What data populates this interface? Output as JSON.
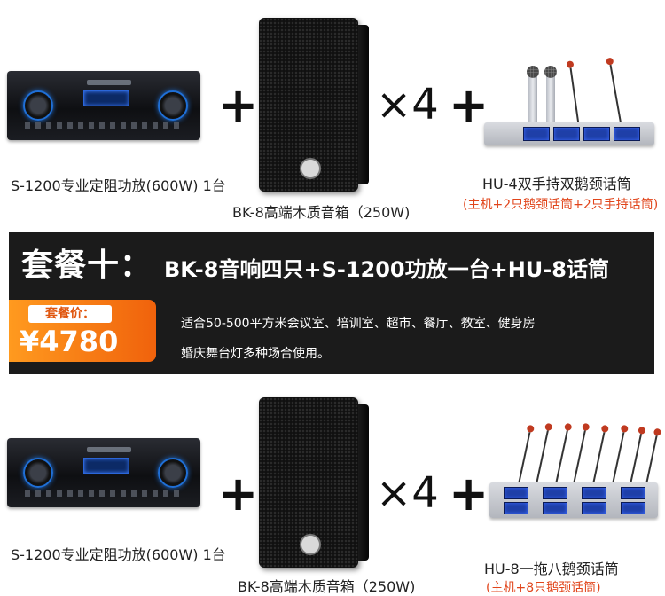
{
  "top": {
    "amp_caption": "S-1200专业定阻功放(600W) 1台",
    "speaker_caption": "BK-8高端木质音箱（250W)",
    "times": "×4",
    "mic_caption": "HU-4双手持双鹅颈话筒",
    "mic_note": "(主机+2只鹅颈话筒+2只手持话筒)"
  },
  "banner": {
    "title": "套餐十：",
    "subtitle": "BK-8音响四只+S-1200功放一台+HU-8话筒",
    "price_label": "套餐价：",
    "price_value": "¥4780",
    "desc_line1": "适合50-500平方米会议室、培训室、超市、餐厅、教室、健身房",
    "desc_line2": "婚庆舞台灯多种场合使用。"
  },
  "bottom": {
    "amp_caption": "S-1200专业定阻功放(600W) 1台",
    "speaker_caption": "BK-8高端木质音箱（250W)",
    "times": "×4",
    "mic_caption": "HU-8一拖八鹅颈话筒",
    "mic_note": "(主机+8只鹅颈话筒)"
  },
  "plus_sign": "+",
  "colors": {
    "accent_orange": "#f0620c",
    "note_red": "#e1451b",
    "banner_bg": "#1b1b1b"
  }
}
